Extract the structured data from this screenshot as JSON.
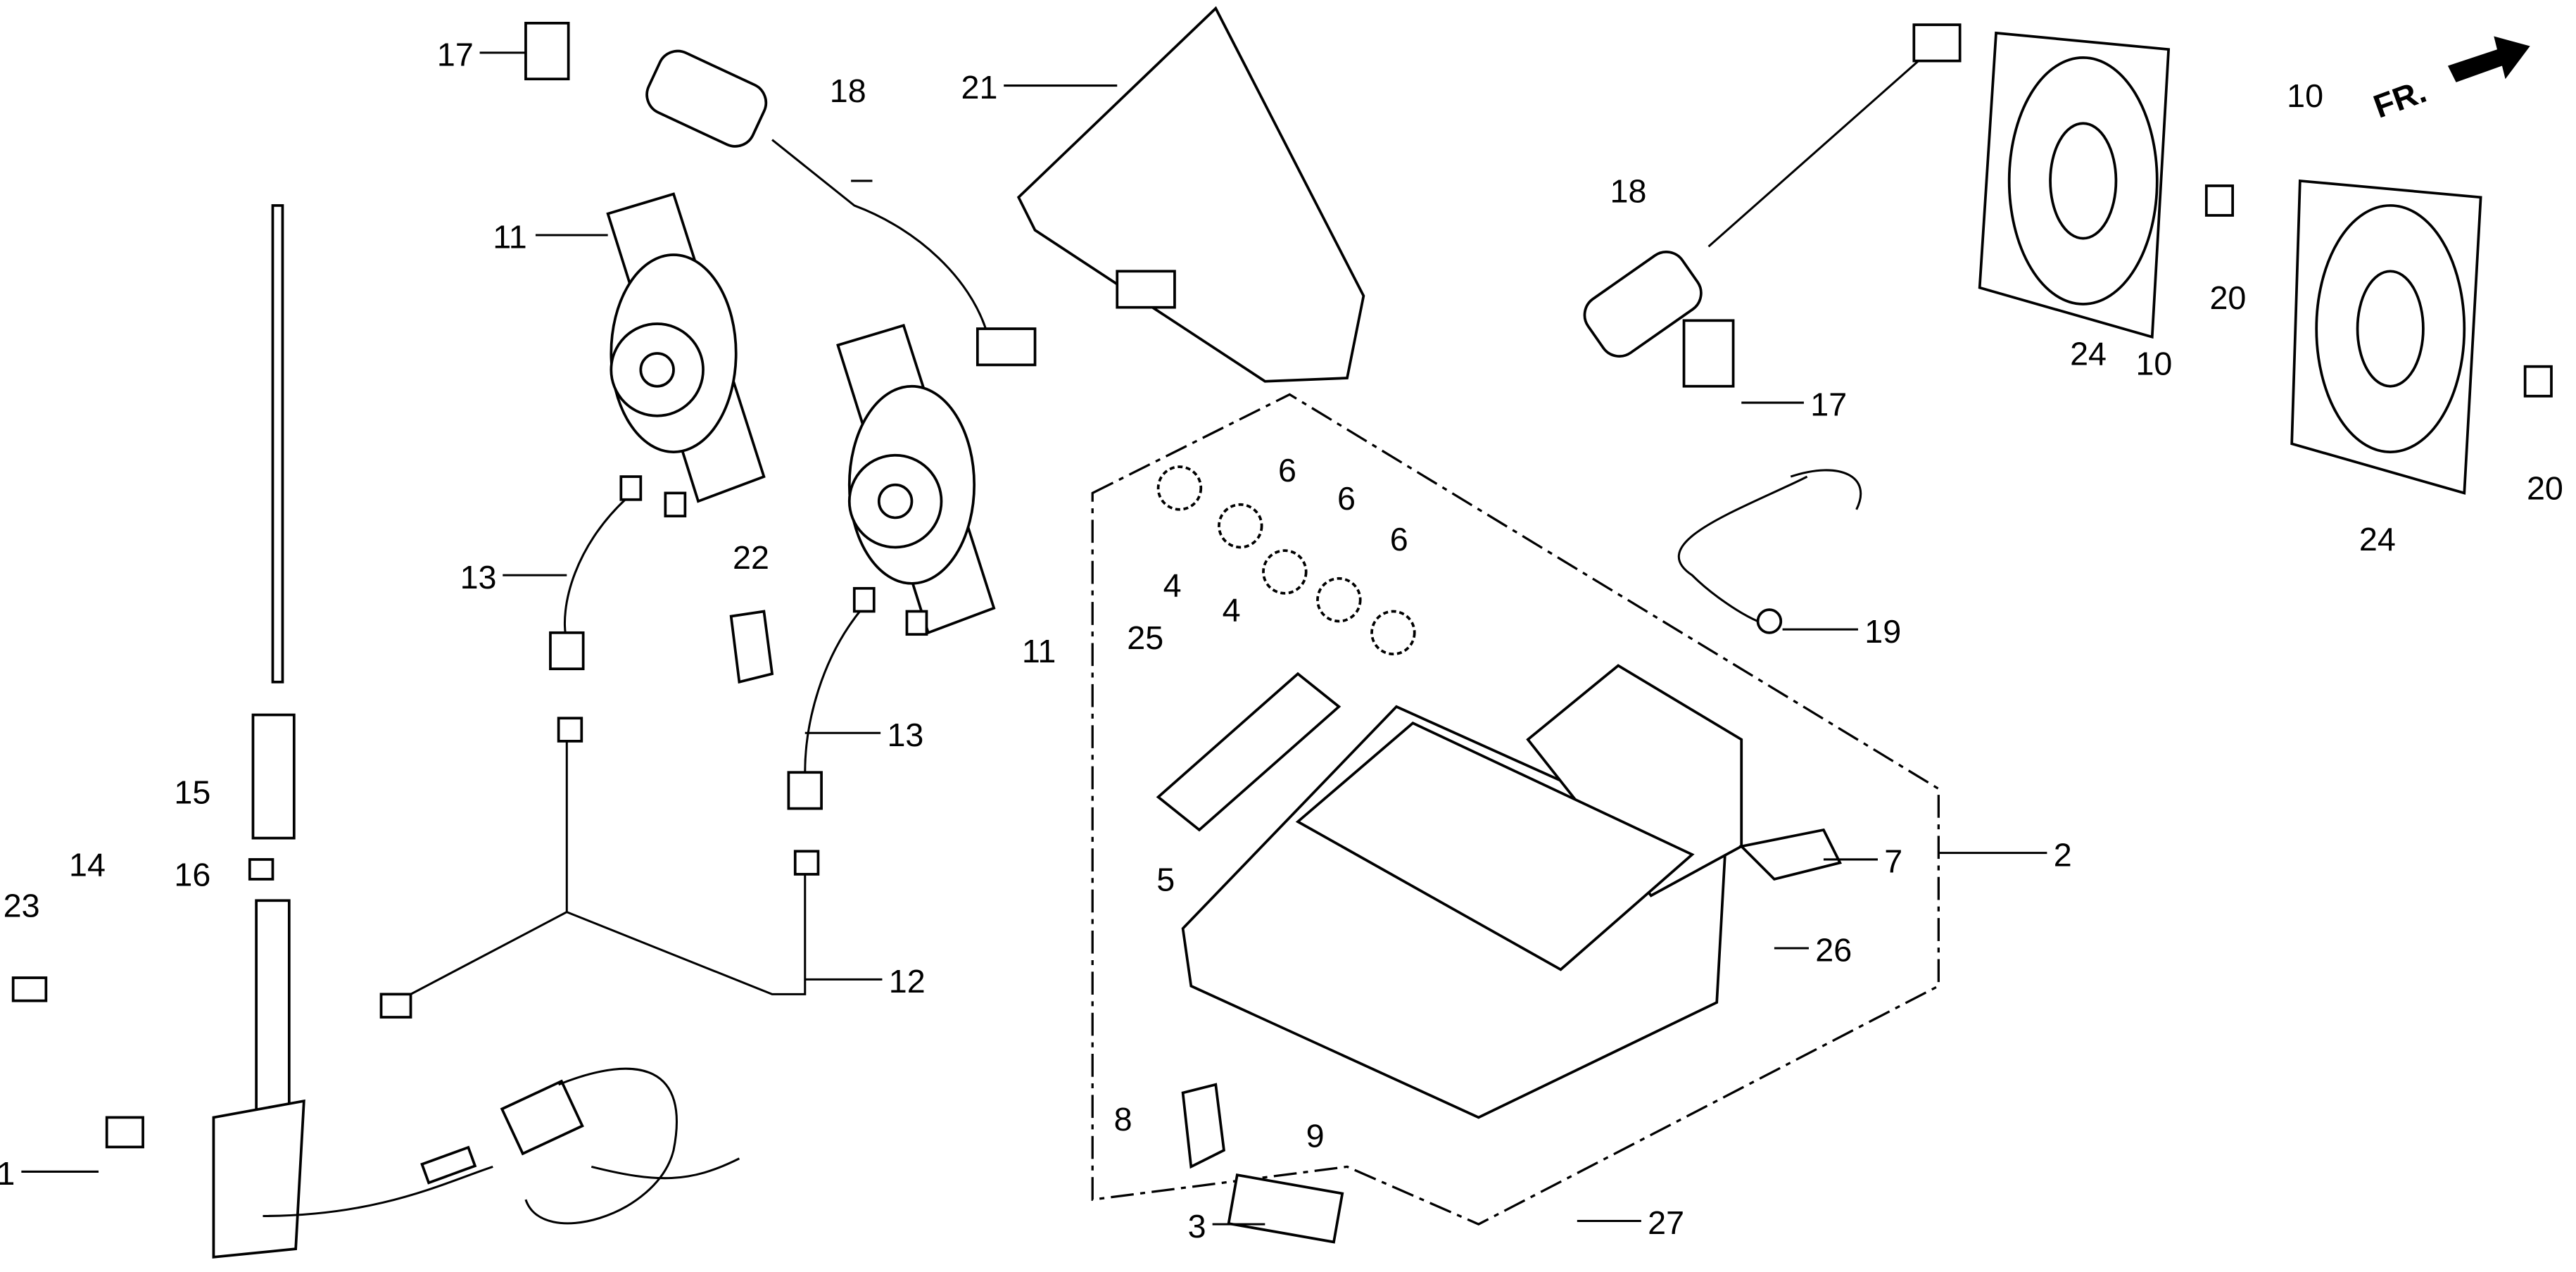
{
  "diagram": {
    "callouts": [
      "17",
      "18",
      "21",
      "11",
      "11",
      "13",
      "22",
      "13",
      "15",
      "14",
      "16",
      "23",
      "12",
      "1",
      "18",
      "17",
      "10",
      "10",
      "20",
      "24",
      "20",
      "24",
      "4",
      "4",
      "6",
      "6",
      "6",
      "25",
      "19",
      "5",
      "7",
      "2",
      "26",
      "8",
      "9",
      "3",
      "27"
    ],
    "front_arrow_label": "FR."
  }
}
